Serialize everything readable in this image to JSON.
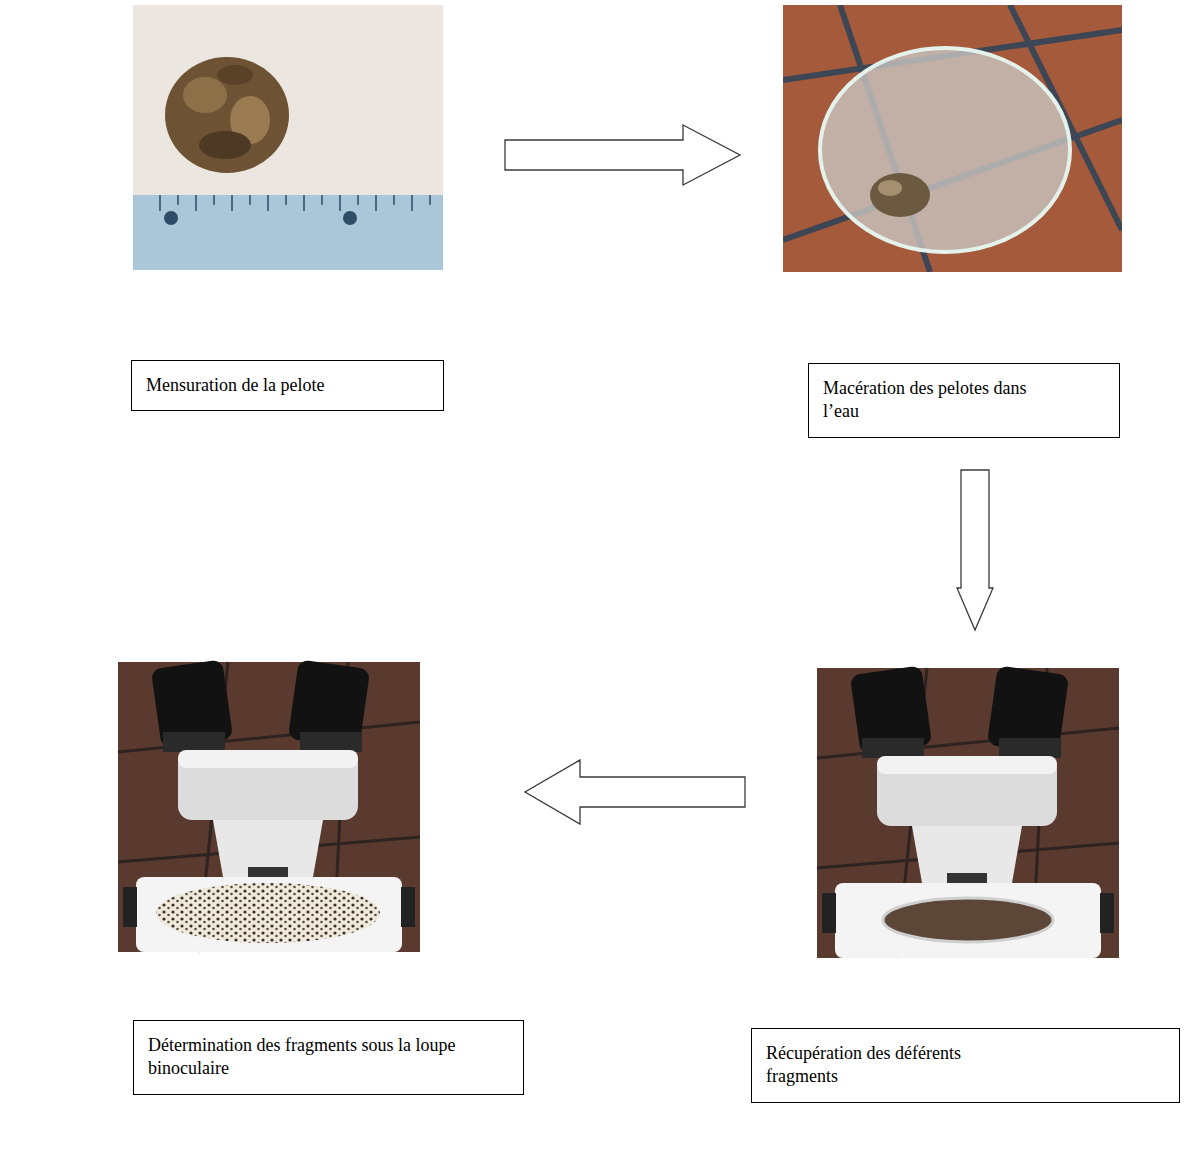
{
  "diagram": {
    "nodes": [
      {
        "text": [
          "Mensuration de la pelote"
        ]
      },
      {
        "text": [
          "Macération des pelotes dans l’eau"
        ]
      },
      {
        "text": [
          "Détermination des fragments sous la loupe binoculaire"
        ]
      },
      {
        "text": [
          "Récupération des déférents fragments"
        ]
      }
    ],
    "edges": [
      {
        "from": 0,
        "to": 1,
        "arrow": "to"
      },
      {
        "from": 1,
        "to": 3,
        "arrow": "to"
      },
      {
        "from": 3,
        "to": 2,
        "arrow": "to"
      }
    ]
  }
}
